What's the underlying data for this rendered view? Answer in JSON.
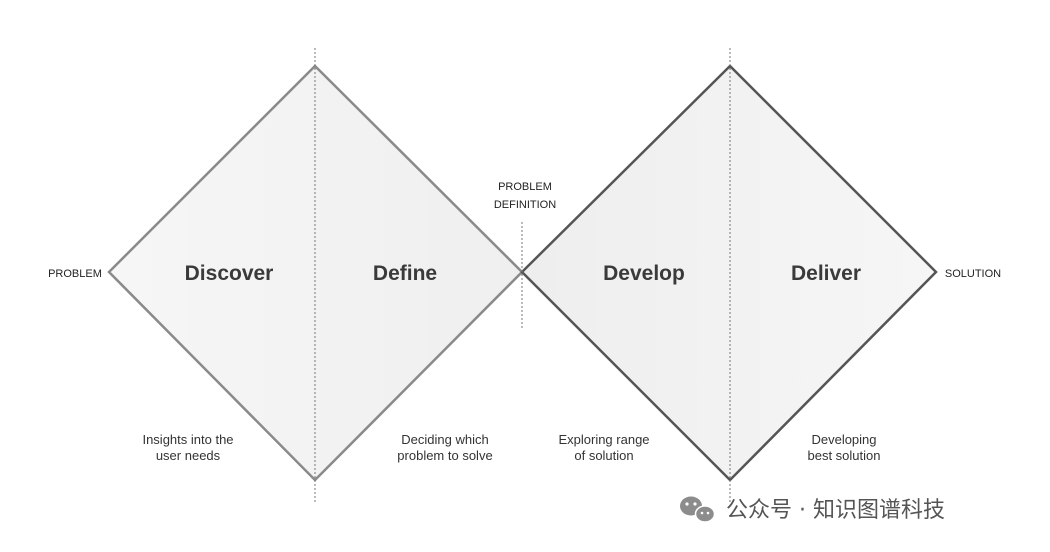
{
  "diagram": {
    "phases": [
      {
        "title": "Discover",
        "description_line1": "Insights into the",
        "description_line2": "user needs"
      },
      {
        "title": "Define",
        "description_line1": "Deciding which",
        "description_line2": "problem to solve"
      },
      {
        "title": "Develop",
        "description_line1": "Exploring range",
        "description_line2": "of solution"
      },
      {
        "title": "Deliver",
        "description_line1": "Developing",
        "description_line2": "best solution"
      }
    ],
    "start_label": "PROBLEM",
    "middle_label_line1": "PROBLEM",
    "middle_label_line2": "DEFINITION",
    "end_label": "SOLUTION"
  },
  "watermark": {
    "text": "公众号 · 知识图谱科技",
    "icon": "wechat-icon"
  },
  "colors": {
    "diamond_fill": "#f3f3f3",
    "left_diamond_stroke": "#8a8a8a",
    "right_diamond_stroke": "#555555",
    "title_text": "#3a3a3a"
  }
}
